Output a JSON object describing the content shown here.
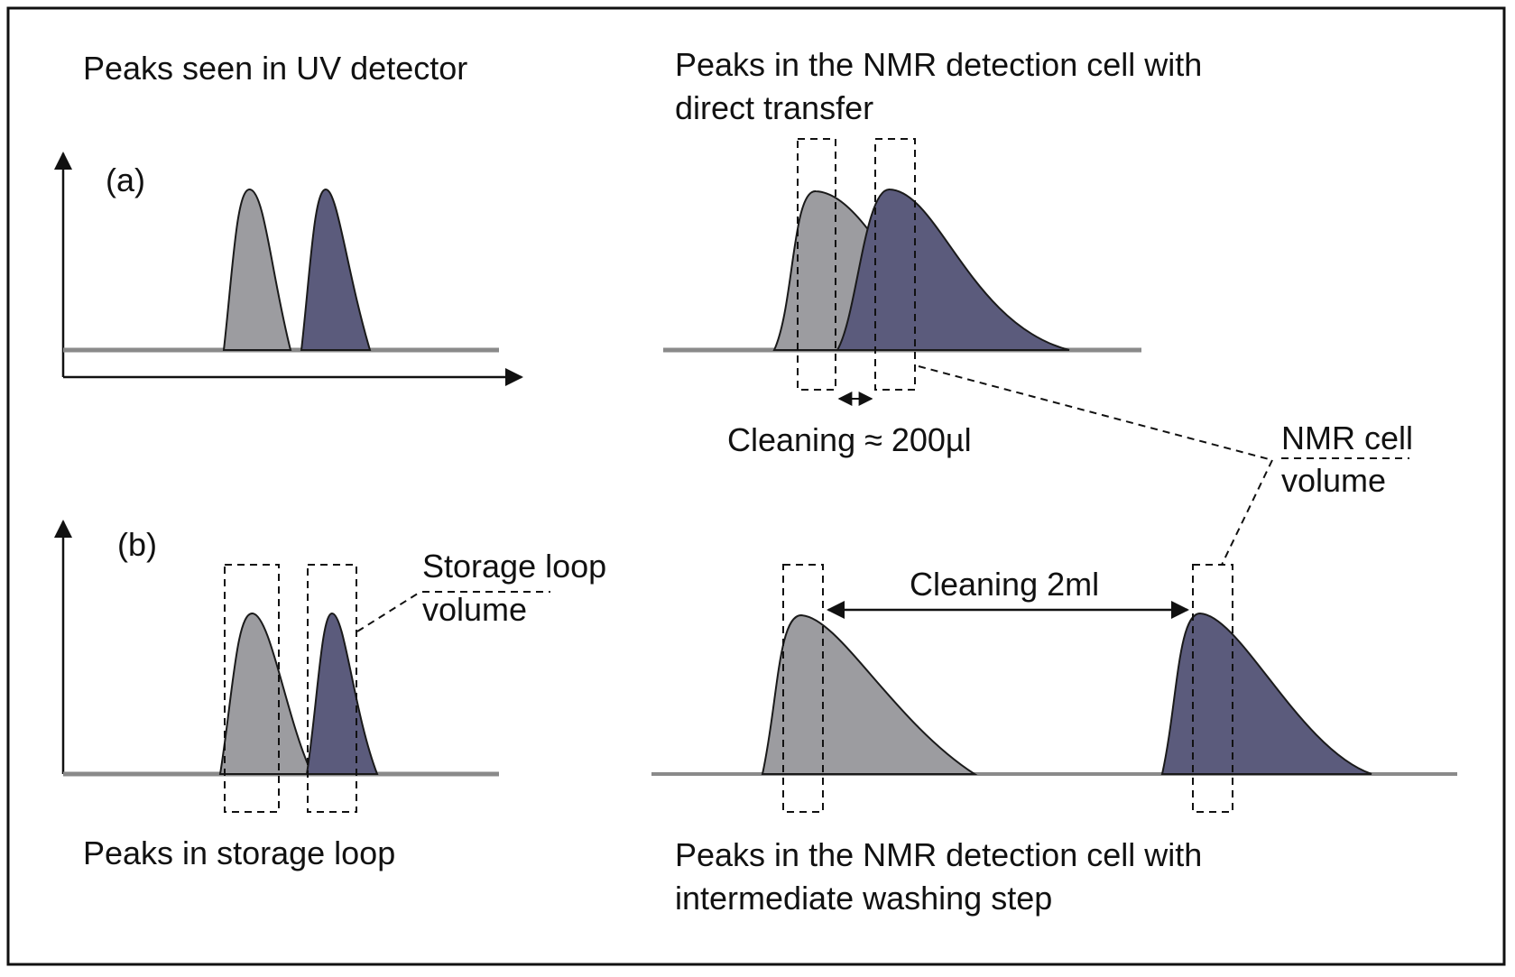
{
  "colors": {
    "peak_gray": "#9c9ca0",
    "peak_navy": "#5b5b7c",
    "baseline": "#8a8a8a",
    "outline": "#1a1a1a",
    "frame": "#111111"
  },
  "panel_a": {
    "label": "(a)",
    "uv_title": "Peaks seen in UV detector",
    "nmr_title_line1": "Peaks in the NMR detection cell with",
    "nmr_title_line2": "direct transfer",
    "cleaning": "Cleaning ≈ 200µl"
  },
  "nmr_cell_label_line1": "NMR cell",
  "nmr_cell_label_line2": "volume",
  "panel_b": {
    "label": "(b)",
    "loop_label_line1": "Storage loop",
    "loop_label_line2": "volume",
    "storage_caption": "Peaks in storage loop",
    "cleaning": "Cleaning 2ml",
    "nmr_title_line1": "Peaks in the NMR detection cell with",
    "nmr_title_line2": "intermediate washing step"
  }
}
